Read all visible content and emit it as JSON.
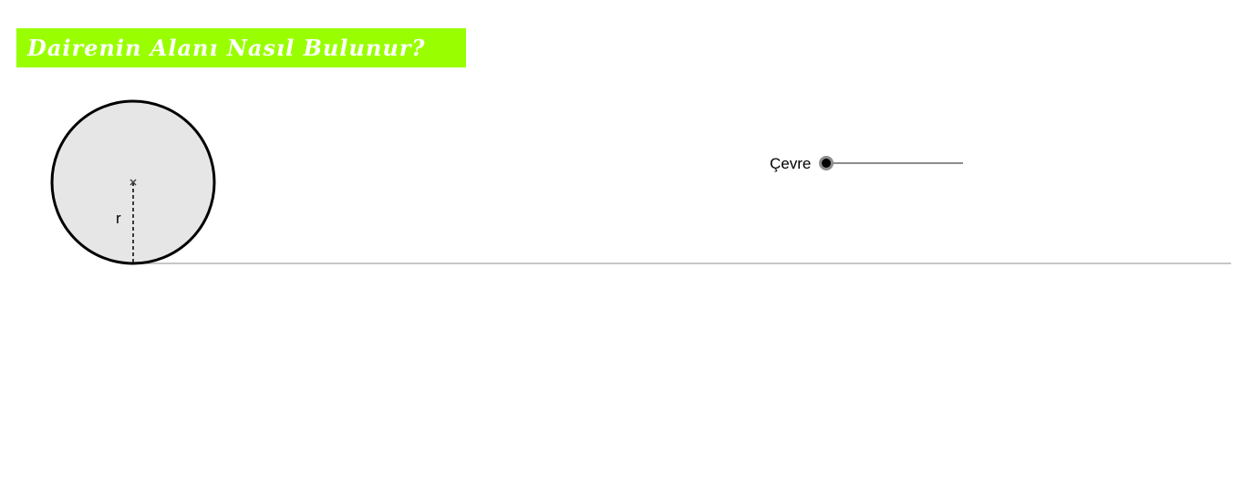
{
  "title": "Dairenin Alanı Nasıl Bulunur?",
  "slider": {
    "label": "Çevre",
    "value": 0
  },
  "circle": {
    "radius_label": "r"
  },
  "colors": {
    "banner": "#99ff00",
    "circle_fill": "#e6e6e6",
    "circle_stroke": "#000000",
    "baseline": "#b3b3b3"
  }
}
